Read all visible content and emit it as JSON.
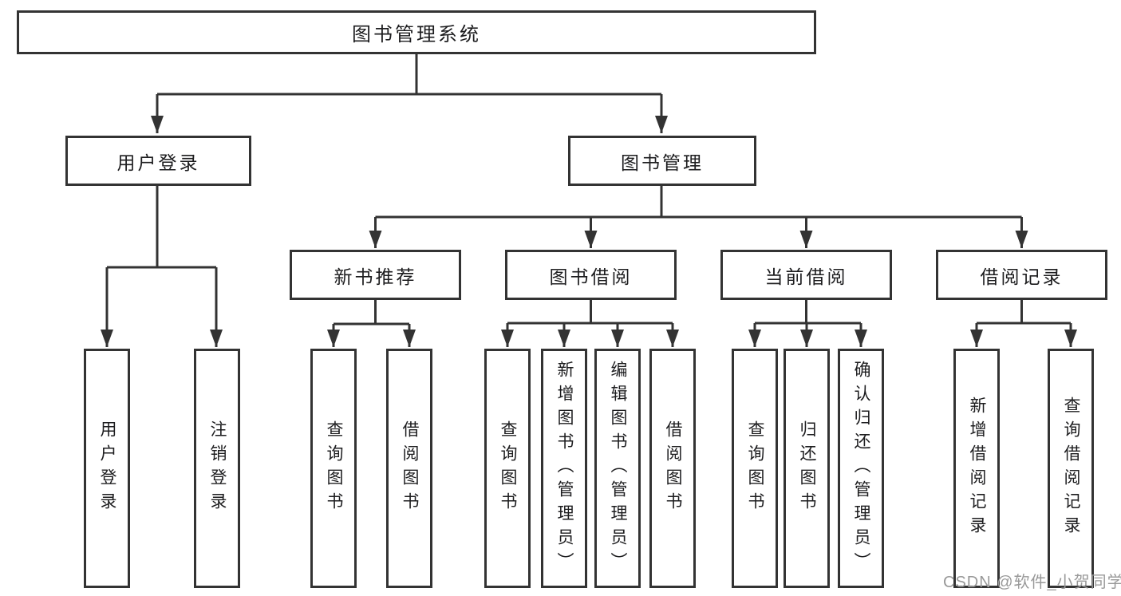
{
  "diagram": {
    "root": {
      "label": "图书管理系统"
    },
    "branches": [
      {
        "label": "用户登录",
        "children": [
          {
            "label": "用户登录"
          },
          {
            "label": "注销登录"
          }
        ]
      },
      {
        "label": "图书管理",
        "children": [
          {
            "label": "新书推荐",
            "children": [
              {
                "label": "查询图书"
              },
              {
                "label": "借阅图书"
              }
            ]
          },
          {
            "label": "图书借阅",
            "children": [
              {
                "label": "查询图书"
              },
              {
                "label": "新增图书（管理员）"
              },
              {
                "label": "编辑图书（管理员）"
              },
              {
                "label": "借阅图书"
              }
            ]
          },
          {
            "label": "当前借阅",
            "children": [
              {
                "label": "查询图书"
              },
              {
                "label": "归还图书"
              },
              {
                "label": "确认归还（管理员）"
              }
            ]
          },
          {
            "label": "借阅记录",
            "children": [
              {
                "label": "新增借阅记录"
              },
              {
                "label": "查询借阅记录"
              }
            ]
          }
        ]
      }
    ]
  },
  "watermark": {
    "text": "CSDN @软件_小贺同学"
  },
  "colors": {
    "line": "#333333",
    "text": "#1d1d1f",
    "background": "#ffffff",
    "watermark": "#999999"
  }
}
